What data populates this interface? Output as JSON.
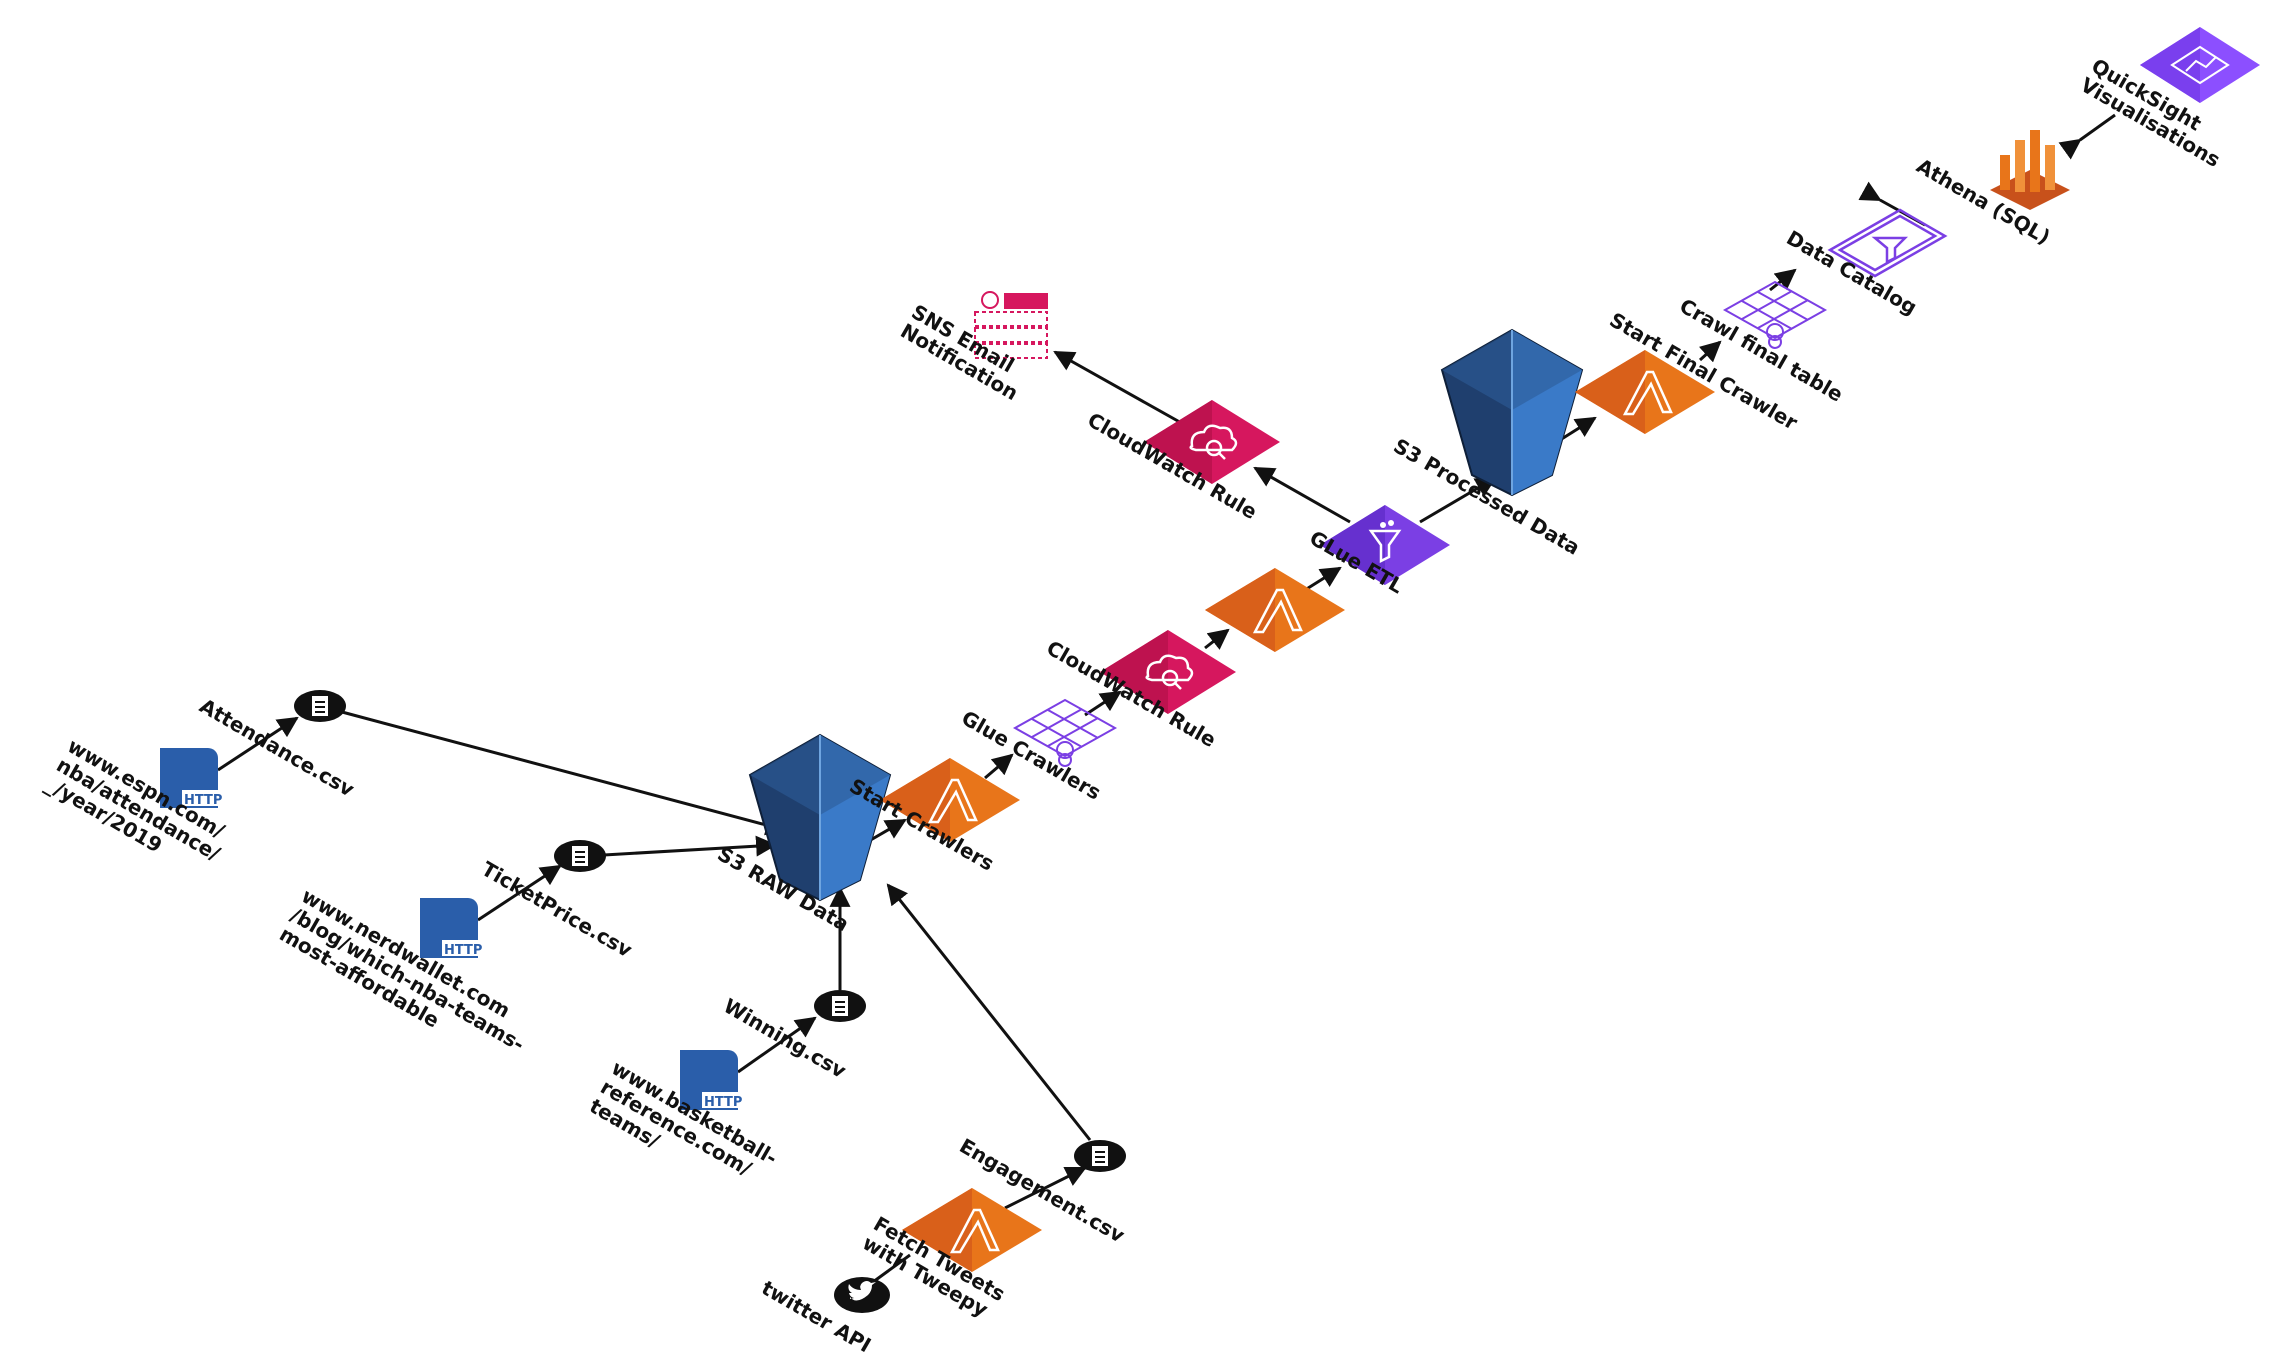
{
  "colors": {
    "lambda": "#E8751A",
    "lambda_dark": "#C8511B",
    "cloudwatch": "#D6175E",
    "glue_etl": "#7B3FE4",
    "quicksight": "#8C4FFF",
    "s3_dark": "#1F3F6E",
    "s3_light": "#3A7AC8",
    "http_doc": "#2A5EAA",
    "glue_line": "#7B3FE4",
    "sns_line": "#D6175E",
    "athena": "#E8751A",
    "arrow": "#111111"
  },
  "sources": {
    "espn_url": [
      "www.espn.com/",
      "nba/attendance/",
      "_/year/2019"
    ],
    "nerdwallet_url": [
      "www.nerdwallet.com",
      "/blog/which-nba-teams-",
      "most-affordable"
    ],
    "bbref_url": [
      "www.basketball-",
      "reference.com/",
      "teams/"
    ],
    "twitter_api": "twitter API",
    "http_badge": "HTTP"
  },
  "files": {
    "attendance": "Attendance.csv",
    "ticketprice": "TicketPrice.csv",
    "winning": "Winning.csv",
    "engagement": "Engagement.csv"
  },
  "services": {
    "fetch_tweets": [
      "Fetch Tweets",
      "with Tweepy"
    ],
    "s3_raw": "S3 RAW Data",
    "start_crawlers": "Start Crawlers",
    "glue_crawlers": "Glue Crawlers",
    "cloudwatch_rule_1": "CloudWatch Rule",
    "glue_etl": "GLue ETL",
    "cloudwatch_rule_2": "CloudWatch Rule",
    "sns": [
      "SNS Email",
      "Notification"
    ],
    "s3_processed": "S3 Processed Data",
    "start_final_crawler": "Start Final Crawler",
    "crawl_final_table": "Crawl final table",
    "data_catalog": "Data Catalog",
    "athena": "Athena (SQL)",
    "quicksight": [
      "QuickSight",
      "Visualisations"
    ]
  }
}
